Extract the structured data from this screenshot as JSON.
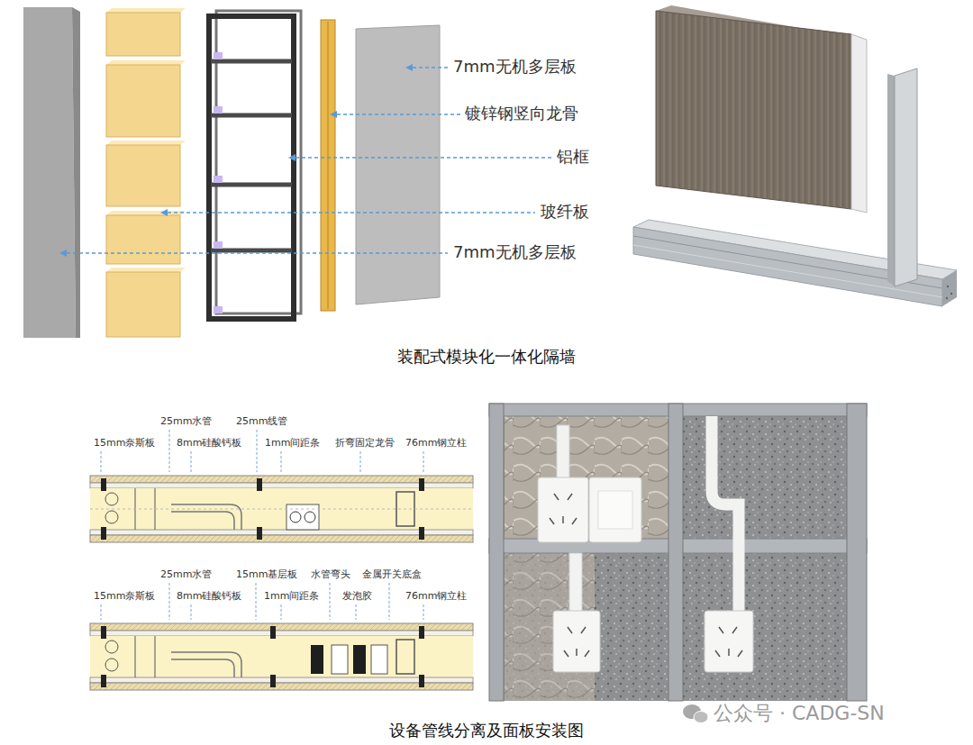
{
  "diagram": {
    "labels": [
      "7mm无机多层板",
      "镀锌钢竖向龙骨",
      "铝框",
      "玻纤板",
      "7mm无机多层板",
      "装配式模块化一体化隔墙",
      "25mm水管",
      "25mm线管",
      "15mm奈斯板",
      "8mm硅酸钙板",
      "1mm间距条",
      "折弯固定龙骨",
      "76mm钢立柱",
      "25mm水管",
      "15mm基层板",
      "水管弯头",
      "金属开关底盒",
      "15mm奈斯板",
      "8mm硅酸钙板",
      "1mm间距条",
      "发泡胶",
      "76mm钢立柱",
      "设备管线分离及面板安装图",
      "公众号 · CADG-SN"
    ]
  }
}
